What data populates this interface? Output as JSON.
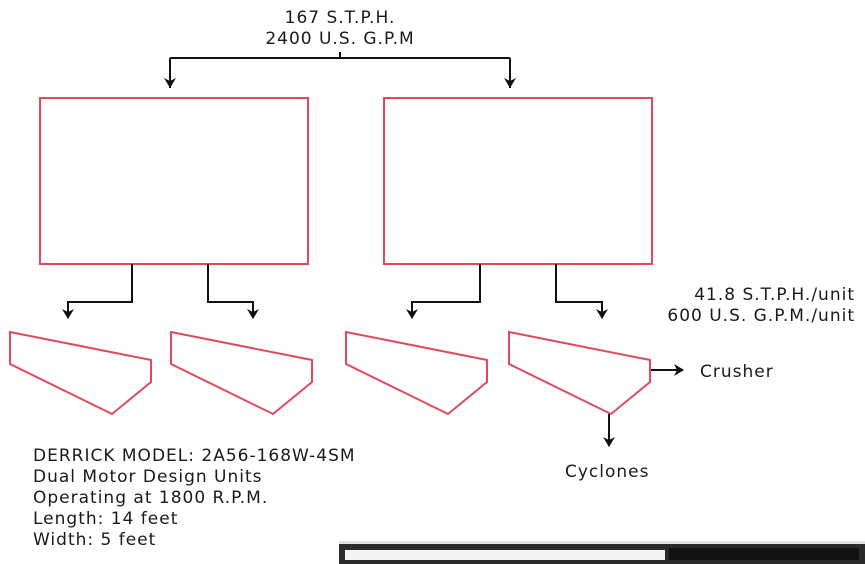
{
  "feed": {
    "rate": "167 S.T.P.H.",
    "flow": "2400 U.S. G.P.M"
  },
  "unit_flow": {
    "rate": "41.8 S.T.P.H./unit",
    "flow": "600 U.S. G.P.M./unit"
  },
  "outputs": {
    "crusher": "Crusher",
    "cyclones": "Cyclones"
  },
  "specs": [
    "DERRICK MODEL: 2A56-168W-4SM",
    "Dual Motor Design Units",
    "Operating at 1800 R.P.M.",
    "Length: 14 feet",
    "Width: 5 feet"
  ],
  "colors": {
    "outline": "#e04a5f",
    "arrow": "#111111"
  }
}
